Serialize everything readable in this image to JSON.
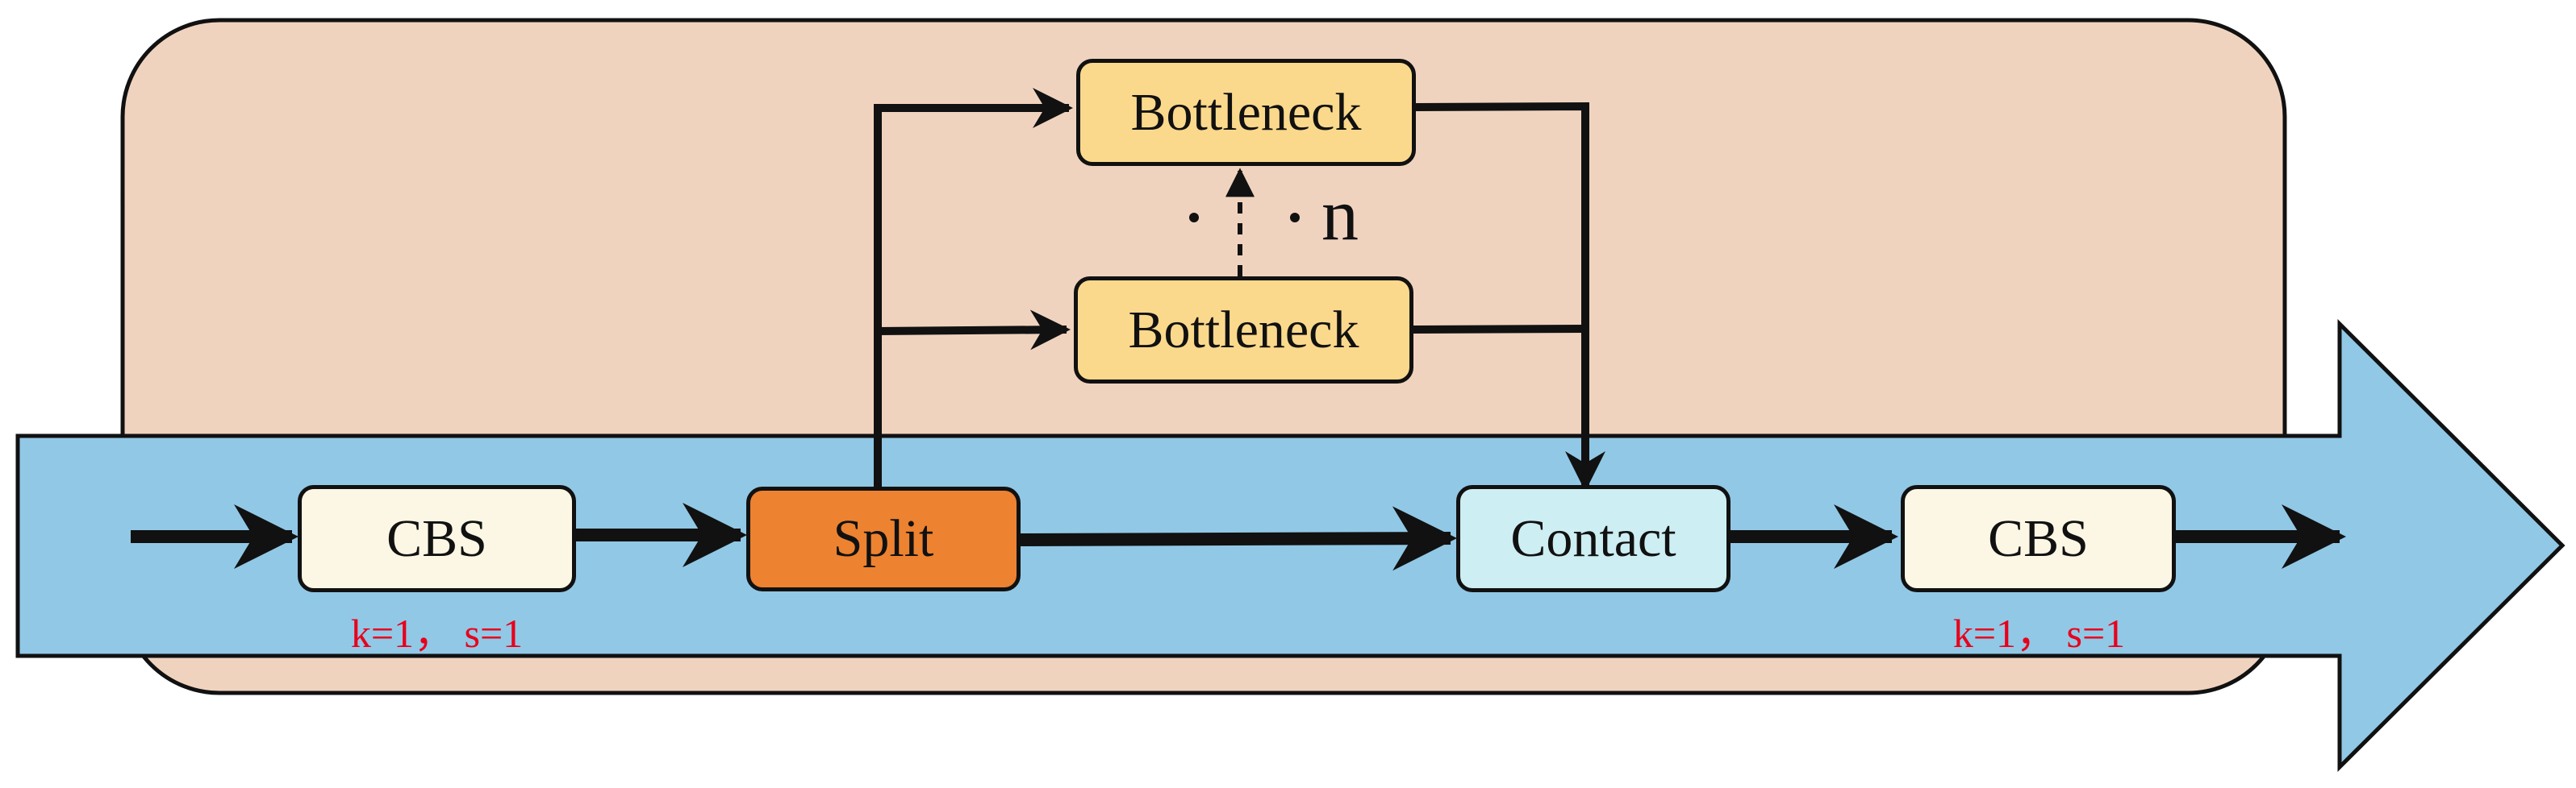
{
  "colors": {
    "module_background": "#f0d3bf",
    "flow_arrow": "#91c8e6",
    "cbs_box": "#fcf6e4",
    "split_box": "#ed8230",
    "bottleneck_box": "#fbd98c",
    "contact_box": "#cdeef2",
    "param_text": "#e8001b",
    "line": "#111111"
  },
  "nodes": {
    "cbs_in": {
      "label": "CBS",
      "param": "k=1， s=1"
    },
    "split": {
      "label": "Split"
    },
    "bottleneck_top": {
      "label": "Bottleneck"
    },
    "bottleneck_bottom": {
      "label": "Bottleneck"
    },
    "contact": {
      "label": "Contact"
    },
    "cbs_out": {
      "label": "CBS",
      "param": "k=1， s=1"
    }
  },
  "repeat_label": "n"
}
